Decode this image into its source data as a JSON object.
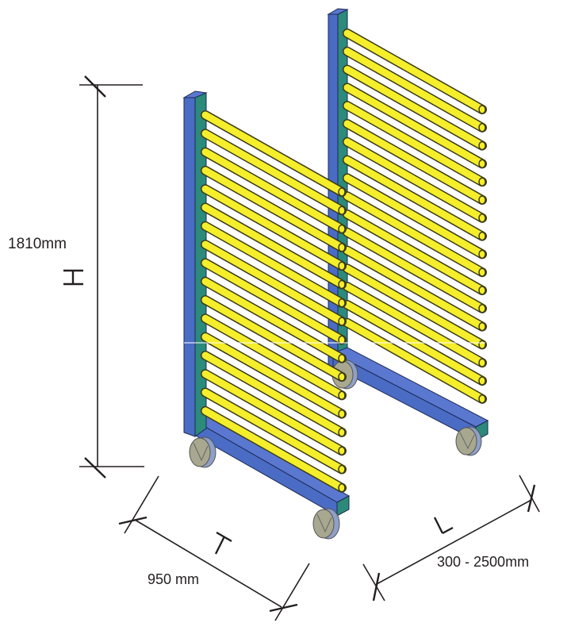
{
  "diagram": {
    "subject": "Mobile drying rack with two frames of yellow bars on castors",
    "colors": {
      "frame_front": "#4a6cc4",
      "frame_side": "#2b8a7a",
      "frame_top": "#5a78d0",
      "bar": "#f5ee2a",
      "bar_edge": "#3a3a1a",
      "wheel": "#a8a890",
      "dimension_line": "#231f20"
    },
    "dimensions": {
      "height": {
        "symbol": "H",
        "value": "1810mm"
      },
      "depth": {
        "symbol": "T",
        "value": "950 mm"
      },
      "length": {
        "symbol": "L",
        "value": "300 - 2500mm"
      }
    },
    "frames": [
      {
        "name": "front-frame",
        "bar_count": 17
      },
      {
        "name": "back-frame",
        "bar_count": 17
      }
    ]
  }
}
